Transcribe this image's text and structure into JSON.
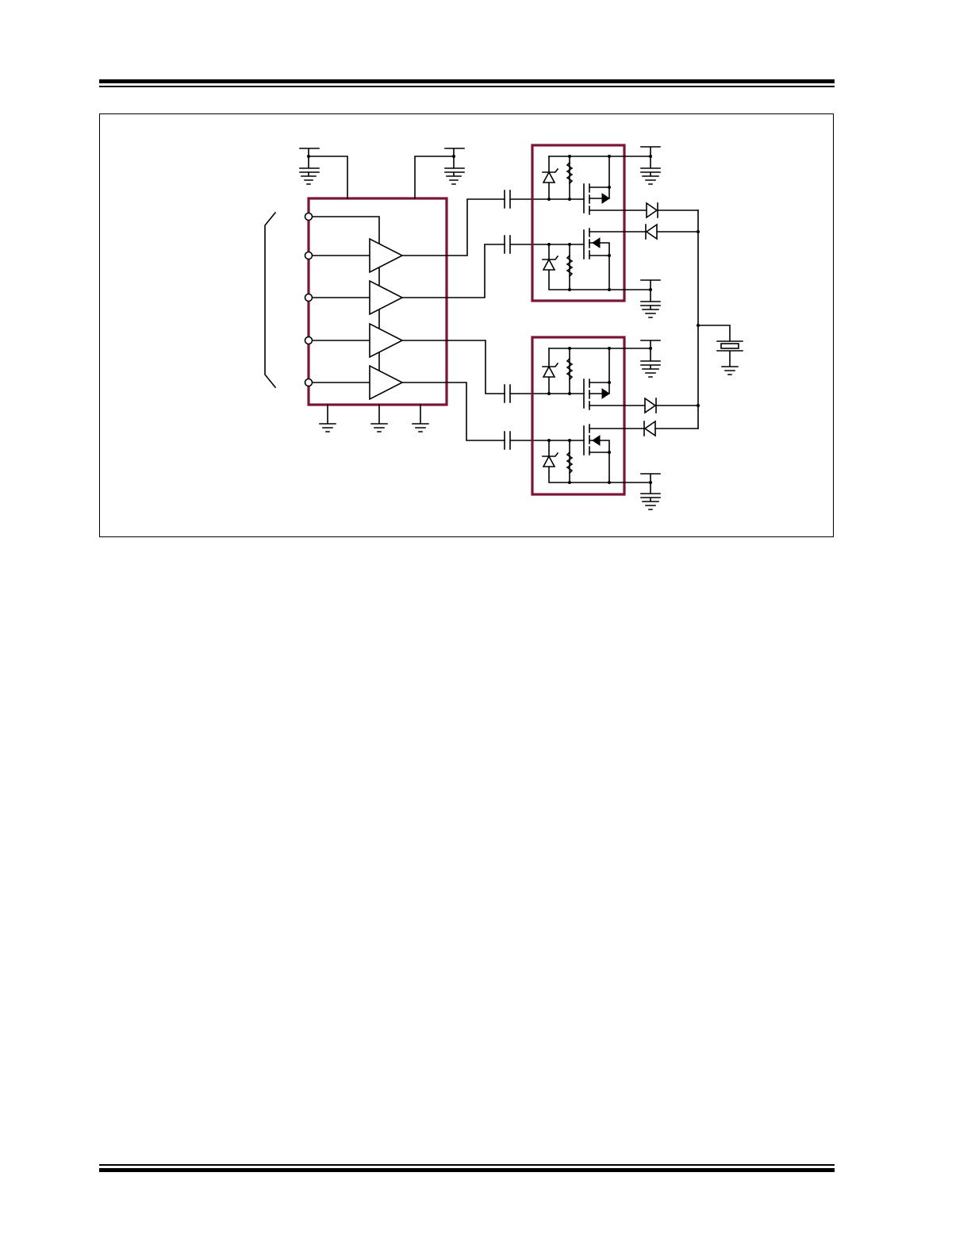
{
  "header": {
    "rules": "double-rule"
  },
  "footer": {
    "rules": "double-rule"
  },
  "figure": {
    "kind": "schematic",
    "colors": {
      "block_outline": "#7a1535",
      "wire": "#000000"
    },
    "components": {
      "driver_ic": {
        "buffers": 4,
        "input_pins": 5,
        "ground_pins": 3,
        "supply_pins": 2
      },
      "switch_modules": 2,
      "coupling_capacitors": 4,
      "output_diodes": 4,
      "load": "capacitor-to-ground"
    }
  }
}
